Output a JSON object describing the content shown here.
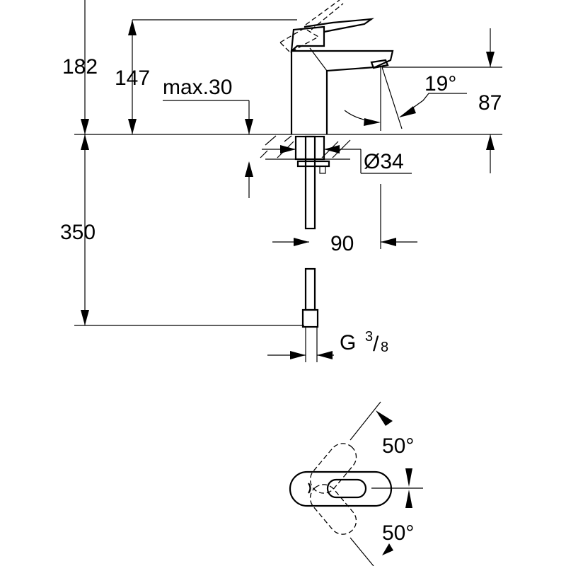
{
  "title": "Faucet dimension drawing",
  "dimensions": {
    "total_height": "182",
    "spout_height": "147",
    "max_deck": "max.30",
    "spout_angle": "19°",
    "outlet_height": "87",
    "hole_diameter": "Ø34",
    "hose_length": "350",
    "reach": "90",
    "thread_g": "G",
    "thread_num": "3",
    "thread_den": "8",
    "rotation_left": "50°",
    "rotation_right": "50°"
  },
  "colors": {
    "line": "#000000",
    "background": "#ffffff"
  }
}
